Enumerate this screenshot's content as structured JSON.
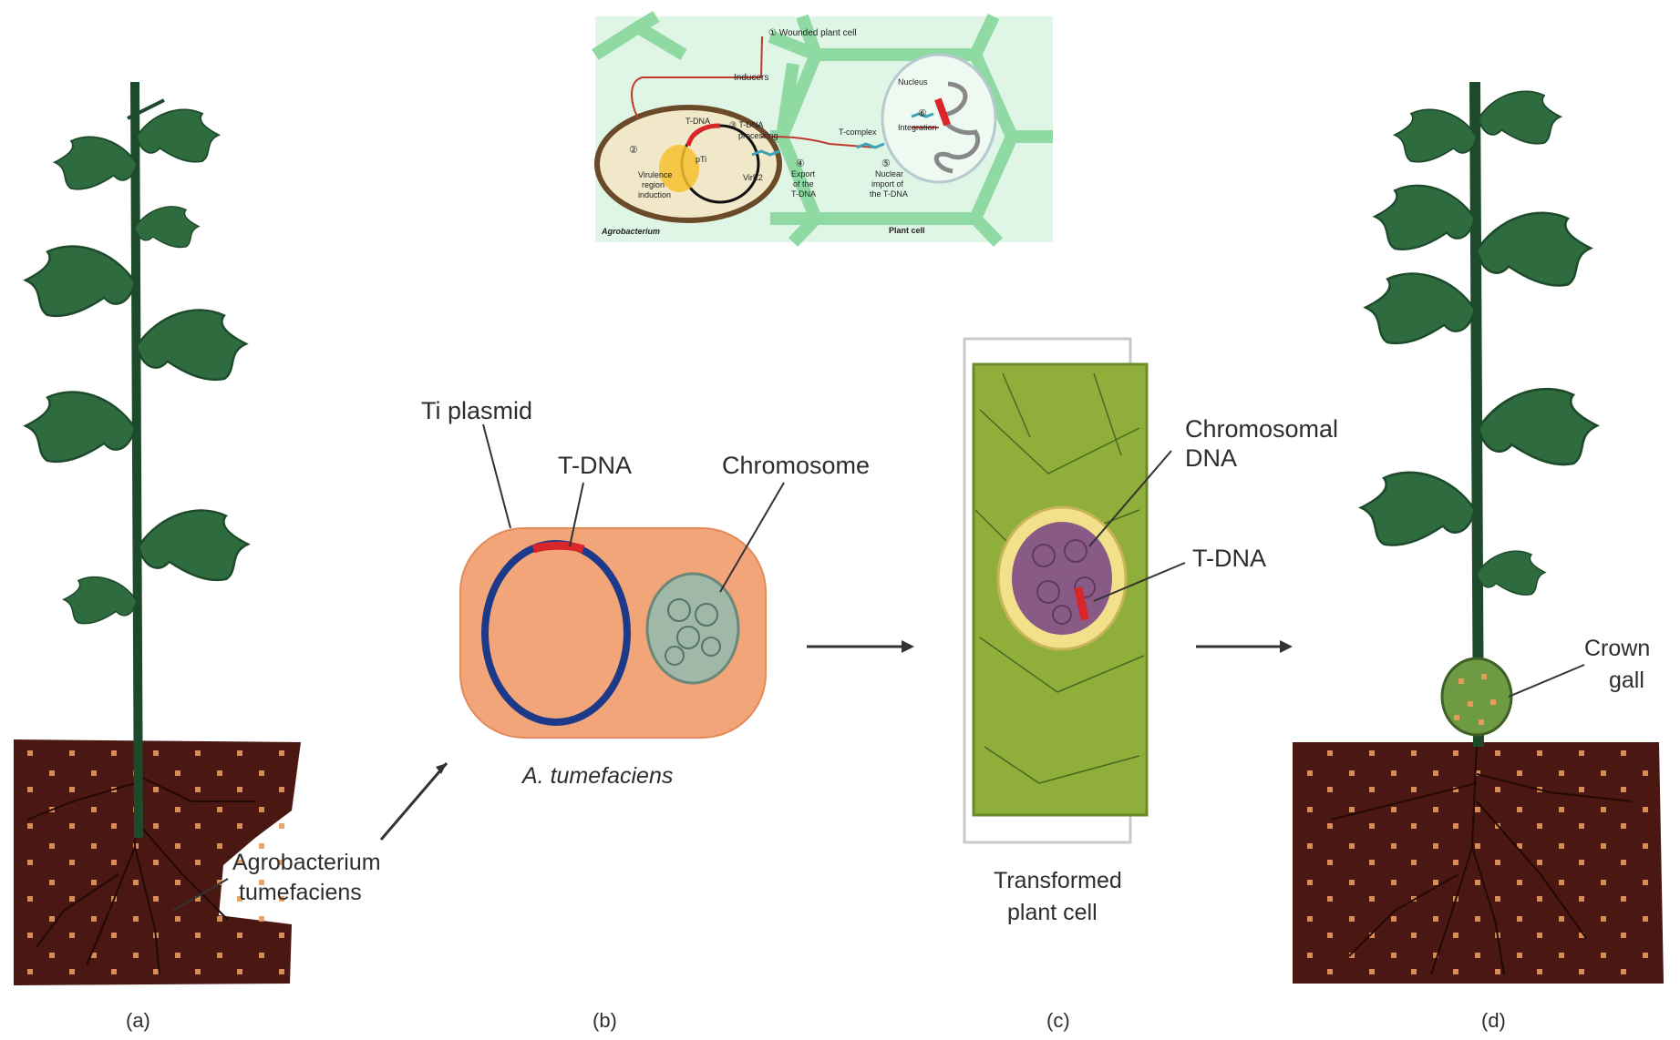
{
  "colors": {
    "soil": "#4a1712",
    "leaf": "#2e6b3f",
    "leaf_dark": "#1d4a2a",
    "bacterium": "#f3a57a",
    "plasmid": "#1d3a8a",
    "tdna": "#d8262a",
    "chromosome": "#9fb8a8",
    "plant_cell": "#8fae3a",
    "nucleus_ring": "#f2e08a",
    "nucleus": "#8a5a86",
    "inset_bg": "#dff5e6",
    "inset_cell_wall": "#8fd9a3"
  },
  "inset": {
    "wounded_plant_cell": "① Wounded plant cell",
    "inducers": "Inducers",
    "step2": "②",
    "virulence_1": "Virulence",
    "virulence_2": "region",
    "virulence_3": "induction",
    "tdna": "T-DNA",
    "pti": "pTi",
    "step3": "③ T-DNA",
    "processing": "processing",
    "vire2": "VirE2",
    "step4": "④",
    "export_1": "Export",
    "export_2": "of the",
    "export_3": "T-DNA",
    "tcomplex": "T-complex",
    "step5": "⑤",
    "nuclear_1": "Nuclear",
    "nuclear_2": "import of",
    "nuclear_3": "the T-DNA",
    "nucleus": "Nucleus",
    "step6": "⑥",
    "integration": "Integration",
    "agrobacterium": "Agrobacterium",
    "plant_cell": "Plant cell"
  },
  "panel_a": {
    "label_1": "Agrobacterium",
    "label_2": "tumefaciens",
    "caption": "(a)"
  },
  "panel_b": {
    "ti_plasmid": "Ti plasmid",
    "tdna": "T-DNA",
    "chromosome": "Chromosome",
    "species": "A. tumefaciens",
    "caption": "(b)"
  },
  "panel_c": {
    "chromosomal_1": "Chromosomal",
    "chromosomal_2": "DNA",
    "tdna": "T-DNA",
    "transformed_1": "Transformed",
    "transformed_2": "plant cell",
    "caption": "(c)"
  },
  "panel_d": {
    "crown_1": "Crown",
    "crown_2": "gall",
    "caption": "(d)"
  }
}
